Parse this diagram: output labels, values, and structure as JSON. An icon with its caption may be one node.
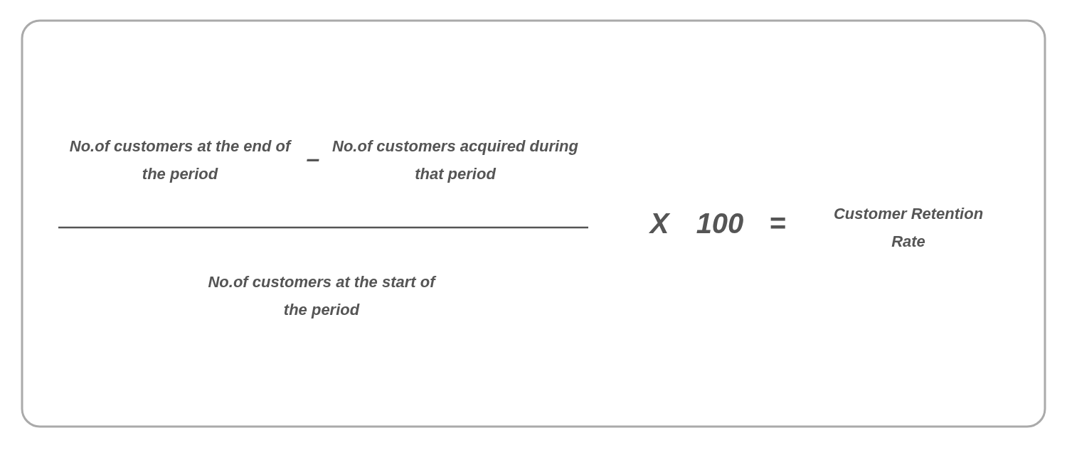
{
  "diagram": {
    "labels": [
      "No.of customers at the end of the period",
      "–",
      "No.of customers acquired during that period",
      "X",
      "100",
      "=",
      "Customer Retention Rate",
      "No.of customers at the start of the period"
    ]
  }
}
